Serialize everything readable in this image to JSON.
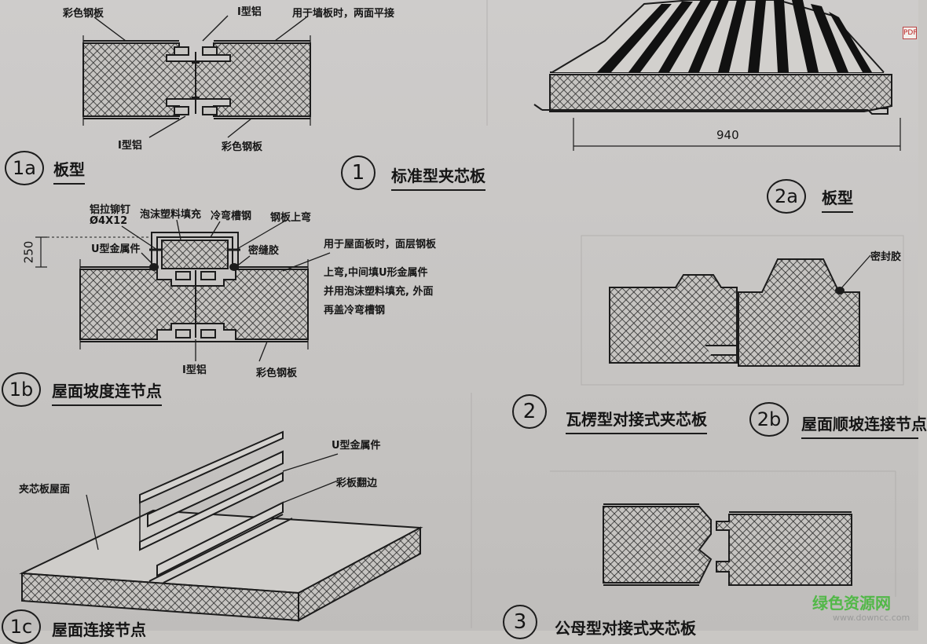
{
  "fig1a": {
    "labels": {
      "color_steel_top": "彩色钢板",
      "i_alum_top": "I型铝",
      "wall_note": "用于墙板时，两面平接",
      "i_alum_bottom": "I型铝",
      "color_steel_bottom": "彩色钢板"
    },
    "badge": "1a",
    "caption": "板型"
  },
  "fig1": {
    "badge": "1",
    "caption": "标准型夹芯板"
  },
  "fig1b": {
    "labels": {
      "rivet": "铝拉铆钉",
      "rivet_spec": "Ø4X12",
      "foam_fill": "泡沫塑料填充",
      "cold_channel": "冷弯槽钢",
      "steel_bend": "钢板上弯",
      "u_part": "U型金属件",
      "sealant": "密缝胶",
      "dim_250": "250",
      "i_alum": "I型铝",
      "color_steel": "彩色钢板"
    },
    "note_lines": [
      "用于屋面板时，面层钢板",
      "上弯,中间填U形金属件",
      "并用泡沫塑料填充, 外面",
      "再盖冷弯槽钢"
    ],
    "badge": "1b",
    "caption": "屋面坡度连节点"
  },
  "fig1c": {
    "labels": {
      "u_part": "U型金属件",
      "color_flange": "彩板翻边",
      "roof_surface": "夹芯板屋面"
    },
    "badge": "1c",
    "caption": "屋面连接节点"
  },
  "fig2a": {
    "dim_940": "940",
    "badge": "2a",
    "caption": "板型"
  },
  "fig2": {
    "badge": "2",
    "caption": "瓦楞型对接式夹芯板"
  },
  "fig2b": {
    "sealant": "密封胶",
    "badge": "2b",
    "caption": "屋面顺坡连接节点"
  },
  "fig3": {
    "badge": "3",
    "caption": "公母型对接式夹芯板"
  },
  "watermark": {
    "brand": "绿色资源网",
    "url": "www.downcc.com"
  },
  "favicon": "PDF"
}
